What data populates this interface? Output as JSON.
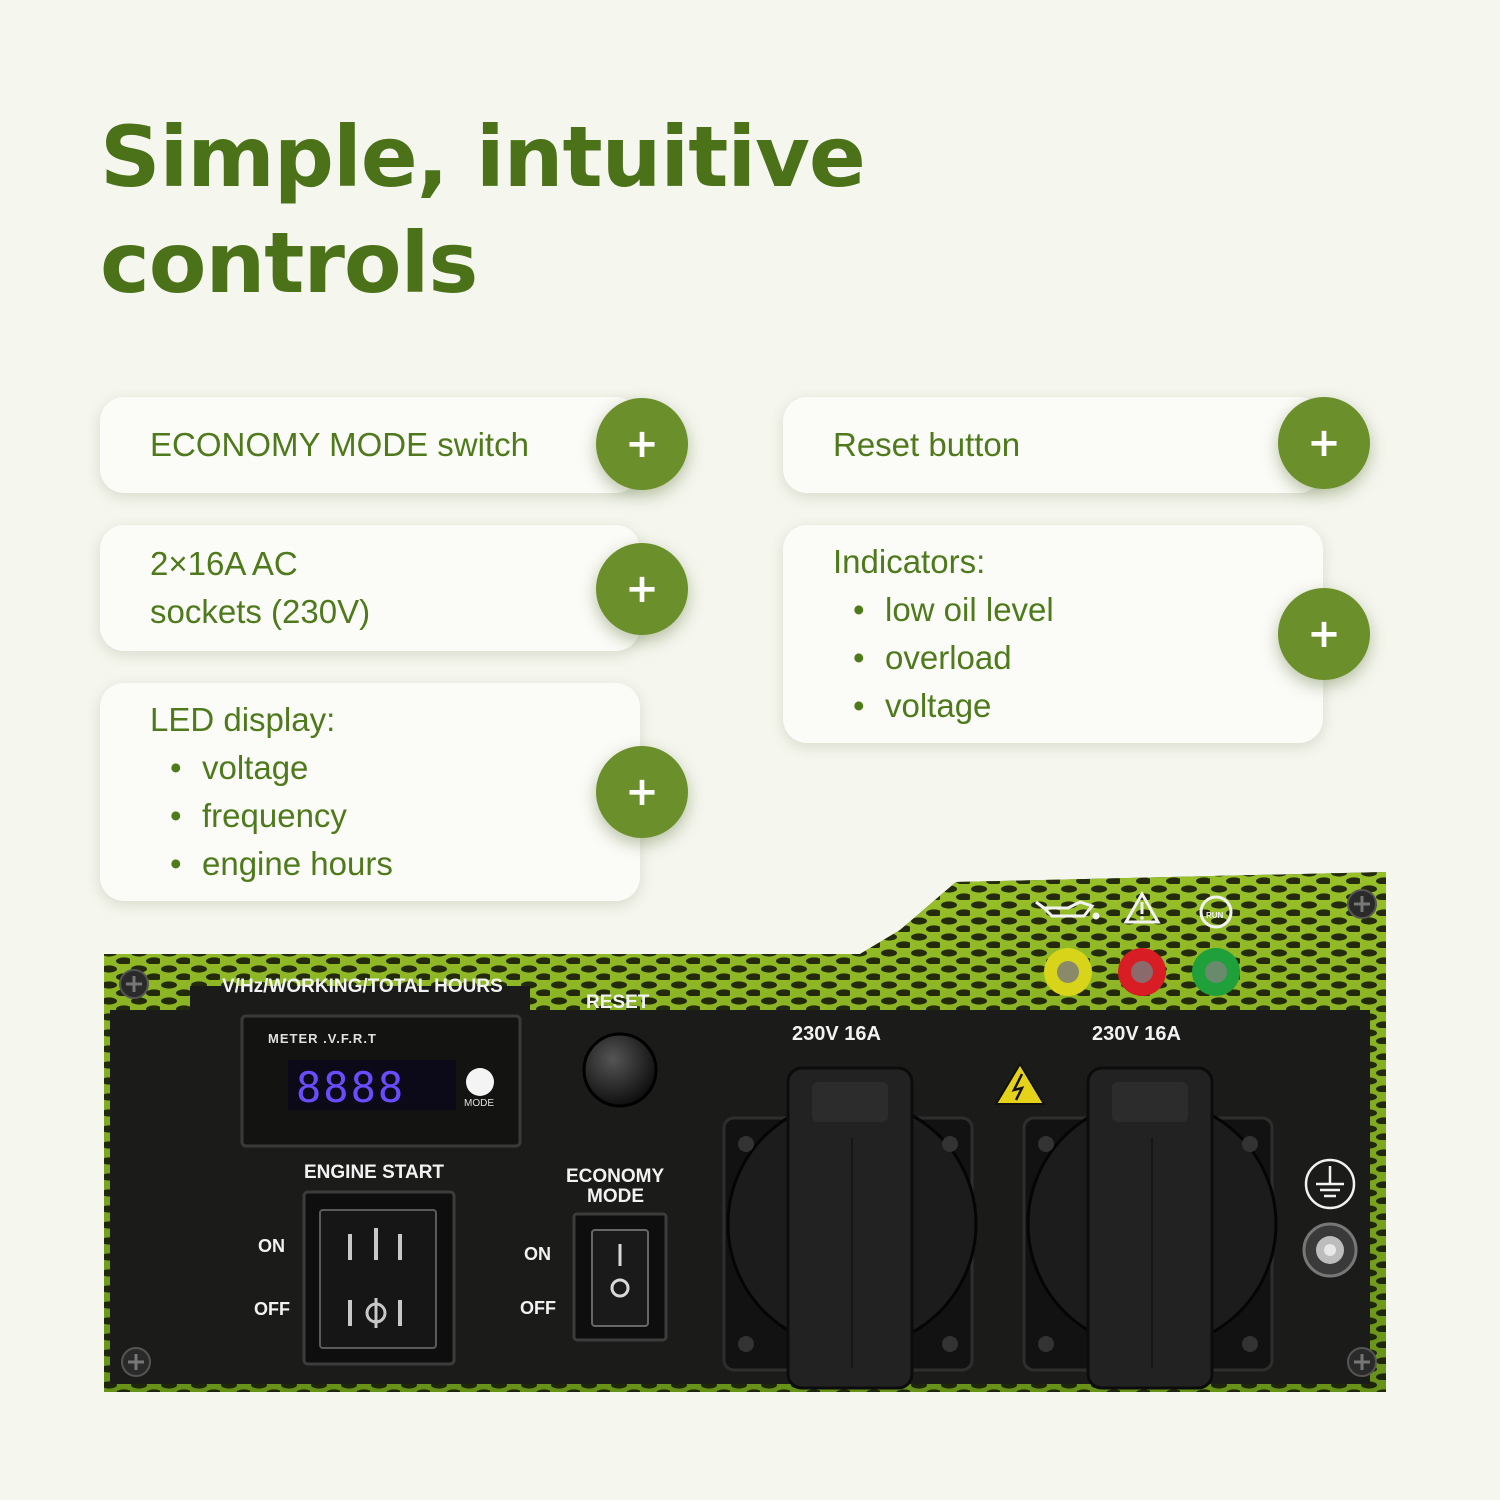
{
  "header": {
    "title": "Simple, intuitive\ncontrols"
  },
  "features": {
    "economy": {
      "label": "ECONOMY MODE switch"
    },
    "sockets": {
      "line1": "2×16A AC",
      "line2": "sockets (230V)"
    },
    "display": {
      "heading": "LED display:",
      "items": [
        "voltage",
        "frequency",
        "engine hours"
      ]
    },
    "reset": {
      "label": "Reset button"
    },
    "indicators": {
      "heading": "Indicators:",
      "items": [
        "low oil level",
        "overload",
        "voltage"
      ]
    },
    "expand_symbol": "+"
  },
  "panel": {
    "meter_header": "V/Hz/WORKING/TOTAL HOURS",
    "meter_label": "METER .V.F.R.T",
    "display_value": "8888",
    "mode_label": "MODE",
    "reset_label": "RESET",
    "engine_start_label": "ENGINE START",
    "economy_label_1": "ECONOMY",
    "economy_label_2": "MODE",
    "on_label": "ON",
    "off_label": "OFF",
    "socket_label": "230V 16A",
    "run_label": "RUN",
    "indicator_colors": {
      "oil": "#d8d419",
      "overload": "#d81d24",
      "run": "#1fa03a"
    },
    "accent_green": "#8fbf1f",
    "icons": [
      "oil-can-icon",
      "warning-triangle-icon",
      "run-icon",
      "high-voltage-icon",
      "ground-icon",
      "screw-icon"
    ]
  },
  "colors": {
    "brand_green": "#4b7219",
    "button_green": "#6b8f2a",
    "background": "#f5f6ee"
  }
}
